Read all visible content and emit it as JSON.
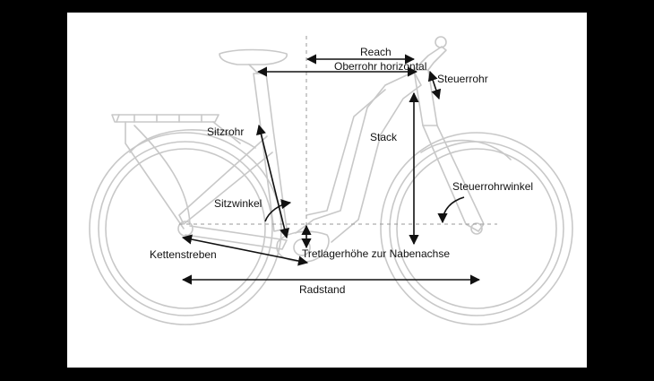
{
  "colors": {
    "background": "#000000",
    "panel": "#ffffff",
    "bike_line": "#c8c8c8",
    "dimension_line": "#111111"
  },
  "labels": {
    "reach": "Reach",
    "top_tube_horizontal": "Oberrohr horizontal",
    "head_tube": "Steuerrohr",
    "seat_tube": "Sitzrohr",
    "stack": "Stack",
    "seat_angle": "Sitzwinkel",
    "head_angle": "Steuerrohrwinkel",
    "chainstays": "Kettenstreben",
    "bb_drop": "Tretlagerhöhe zur Nabenachse",
    "wheelbase": "Radstand"
  }
}
